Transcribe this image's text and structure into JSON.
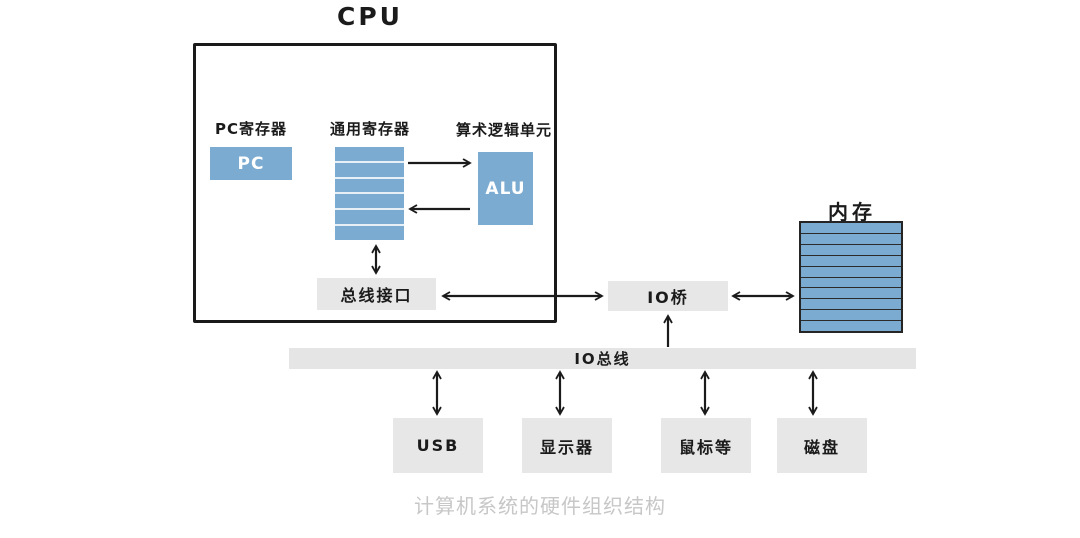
{
  "page": {
    "caption": "计算机系统的硬件组织结构"
  },
  "colors": {
    "block_blue": "#7cabd1",
    "block_gray": "#e7e7e7",
    "line_black": "#1b1b1b",
    "caption_gray": "#c7c7c7"
  },
  "cpu": {
    "title": "CPU",
    "pc_register": {
      "label": "PC寄存器",
      "box_text": "PC"
    },
    "general_registers": {
      "label": "通用寄存器",
      "rows": 6
    },
    "alu": {
      "label": "算术逻辑单元",
      "box_text": "ALU"
    },
    "bus_interface": {
      "label": "总线接口"
    }
  },
  "io_bridge": {
    "label": "IO桥"
  },
  "memory": {
    "label": "内存",
    "rows": 10
  },
  "io_bus": {
    "label": "IO总线"
  },
  "peripherals": [
    {
      "label": "USB"
    },
    {
      "label": "显示器"
    },
    {
      "label": "鼠标等"
    },
    {
      "label": "磁盘"
    }
  ],
  "connections": [
    {
      "from": "general-registers",
      "to": "alu",
      "direction": "one-way"
    },
    {
      "from": "alu",
      "to": "general-registers",
      "direction": "one-way"
    },
    {
      "from": "general-registers",
      "to": "bus-interface",
      "direction": "two-way"
    },
    {
      "from": "bus-interface",
      "to": "io-bridge",
      "direction": "two-way"
    },
    {
      "from": "io-bridge",
      "to": "memory",
      "direction": "two-way"
    },
    {
      "from": "io-bus",
      "to": "io-bridge",
      "direction": "one-way"
    },
    {
      "from": "io-bus",
      "to": "usb",
      "direction": "two-way"
    },
    {
      "from": "io-bus",
      "to": "display",
      "direction": "two-way"
    },
    {
      "from": "io-bus",
      "to": "mouse",
      "direction": "two-way"
    },
    {
      "from": "io-bus",
      "to": "disk",
      "direction": "two-way"
    }
  ]
}
